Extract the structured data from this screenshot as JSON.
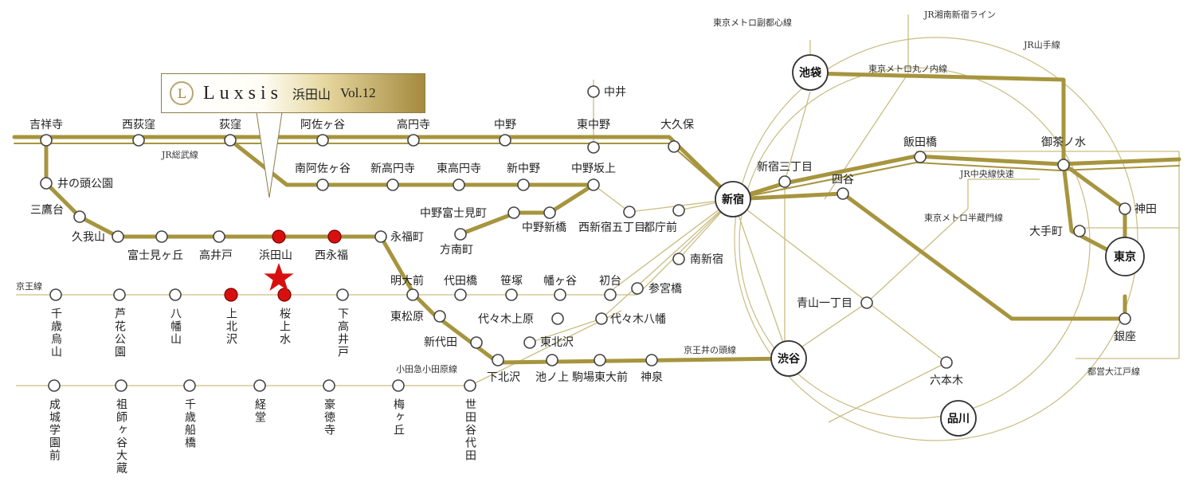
{
  "brand": {
    "logo_text": "L",
    "name": "Luxsis",
    "place": "浜田山",
    "vol": "Vol.12"
  },
  "lines": {
    "jr_sobu": "JR総武線",
    "keio": "京王線",
    "keio_inokashira": "京王井の頭線",
    "odakyu": "小田急小田原線",
    "metro_fukutoshin": "東京メトロ副都心線",
    "jr_shonan": "JR湘南新宿ライン",
    "jr_yamanote": "JR山手線",
    "metro_marunouchi": "東京メトロ丸ノ内線",
    "jr_chuo": "JR中央線快速",
    "metro_hanzomon": "東京メトロ半蔵門線",
    "toei_oedo": "都営大江戸線"
  },
  "stations": {
    "kichijoji": "吉祥寺",
    "nishiogikubo": "西荻窪",
    "ogikubo": "荻窪",
    "asagaya": "阿佐ヶ谷",
    "koenji": "高円寺",
    "nakano": "中野",
    "higashinakano": "東中野",
    "okubo": "大久保",
    "nakai": "中井",
    "minamiasagaya": "南阿佐ヶ谷",
    "shinkoenji": "新高円寺",
    "higashikoenji": "東高円寺",
    "shinnakano": "新中野",
    "nakanosakaue": "中野坂上",
    "inokashirakoen": "井の頭公園",
    "mitakadai": "三鷹台",
    "kugayama": "久我山",
    "fujimigaoka": "富士見ヶ丘",
    "takaido": "高井戸",
    "hamadayama": "浜田山",
    "nishieifuku": "西永福",
    "eifukucho": "永福町",
    "nakanofujimicho": "中野富士見町",
    "nakanoshinbashi": "中野新橋",
    "honancho": "方南町",
    "nishishinjuku5": "西新宿五丁目",
    "tochomae": "都庁前",
    "minamishinjuku": "南新宿",
    "sangubashi": "参宮橋",
    "shinjuku": "新宿",
    "shinjuku3": "新宿三丁目",
    "yotsuya": "四谷",
    "iidabashi": "飯田橋",
    "ochanomizu": "御茶ノ水",
    "ikebukuro": "池袋",
    "kanda": "神田",
    "otemachi": "大手町",
    "tokyo": "東京",
    "ginza": "銀座",
    "roppongi": "六本木",
    "shinagawa": "品川",
    "shibuya": "渋谷",
    "aoyama1": "青山一丁目",
    "meidaimae": "明大前",
    "daitabashi": "代田橋",
    "sasazuka": "笹塚",
    "hatagaya": "幡ヶ谷",
    "hatsudai": "初台",
    "higashimatsubara": "東松原",
    "shindaita": "新代田",
    "shimokitazawa": "下北沢",
    "yoyogiuehara": "代々木上原",
    "yoyogihachiman": "代々木八幡",
    "higashikitazawa": "東北沢",
    "ikenoue": "池ノ上",
    "komabatodaimae": "駒場東大前",
    "shinsen": "神泉",
    "chitosekarasuyama": "千歳烏山",
    "rokakoen": "芦花公園",
    "hachimanyama": "八幡山",
    "kamikitazawa": "上北沢",
    "sakurajosui": "桜上水",
    "shimotakaido": "下高井戸",
    "seijogakuenmae": "成城学園前",
    "soshigayaokura": "祖師ヶ谷大蔵",
    "chitosefunabashi": "千歳船橋",
    "kyodo": "経堂",
    "gotokuji": "豪徳寺",
    "umegaoka": "梅ヶ丘",
    "setagayadaita": "世田谷代田"
  },
  "colors": {
    "route": "#a6953e",
    "route_light": "#c9bd82",
    "highlight": "#d7100f",
    "star": "#d7100f"
  }
}
